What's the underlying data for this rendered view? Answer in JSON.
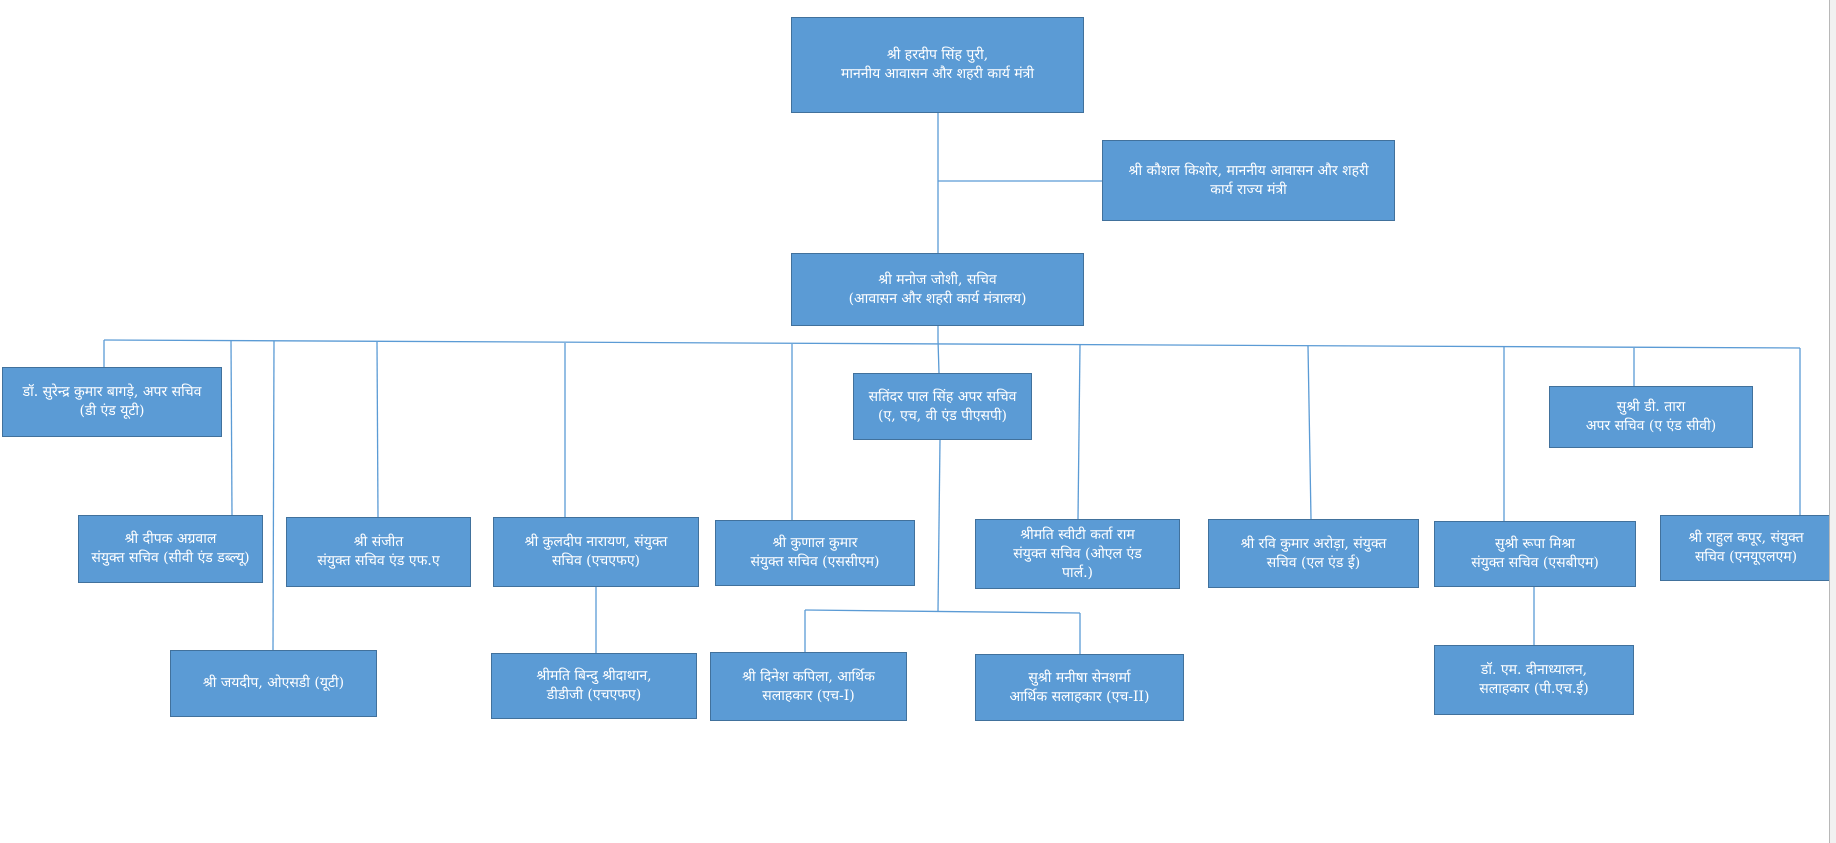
{
  "org_chart": {
    "minister": "श्री हरदीप सिंह पुरी,\nमाननीय आवासन और शहरी कार्य मंत्री",
    "minister_of_state": "श्री कौशल किशोर, माननीय आवासन और शहरी कार्य राज्य मंत्री",
    "secretary": "श्री मनोज जोशी, सचिव\n(आवासन और शहरी कार्य मंत्रालय)",
    "bagde": "डॉ. सुरेन्द्र कुमार बागड़े,  अपर सचिव (डी एंड यूटी)",
    "satinder": "सतिंदर पाल सिंह अपर सचिव (ए, एच, वी एंड पीएसपी)",
    "tara": "सुश्री डी. तारा\nअपर सचिव (ए एंड सीवी)",
    "deepak": "श्री दीपक अग्रवाल\nसंयुक्त सचिव (सीवी एंड डब्ल्यू)",
    "sanjeet": "श्री संजीत\nसंयुक्त सचिव एंड एफ.ए",
    "kuldeep": "श्री कुलदीप नारायण, संयुक्त सचिव (एचएफए)",
    "kunal": "श्री कुणाल कुमार\nसंयुक्त सचिव (एससीएम)",
    "sweety": "श्रीमति स्वीटी कर्ता राम\nसंयुक्त सचिव (ओएल एंड पार्ल.)",
    "ravi": "श्री रवि कुमार अरोड़ा, संयुक्त सचिव (एल एंड ई)",
    "roopa": "सुश्री रूपा मिश्रा\nसंयुक्त सचिव (एसबीएम)",
    "rahul": "श्री राहुल कपूर, संयुक्त सचिव (एनयूएलएम)",
    "jaydeep": "श्री जयदीप, ओएसडी (यूटी)",
    "bindu": "श्रीमति बिन्दु श्रीदाथान, डीडीजी (एचएफए)",
    "dinesh": "श्री दिनेश कपिला, आर्थिक सलाहकार (एच-I)",
    "manisha": "सुश्री मनीषा सेनशर्मा\nआर्थिक सलाहकार (एच-II)",
    "dinadayalan": "डॉ. एम. दीनाध्यालन, सलाहकार (पी.एच.ई)"
  },
  "colors": {
    "box_fill": "#5b9bd5",
    "box_border": "#41719c",
    "box_text": "#ffffff",
    "connector": "#5b9bd5",
    "background": "#ffffff"
  }
}
